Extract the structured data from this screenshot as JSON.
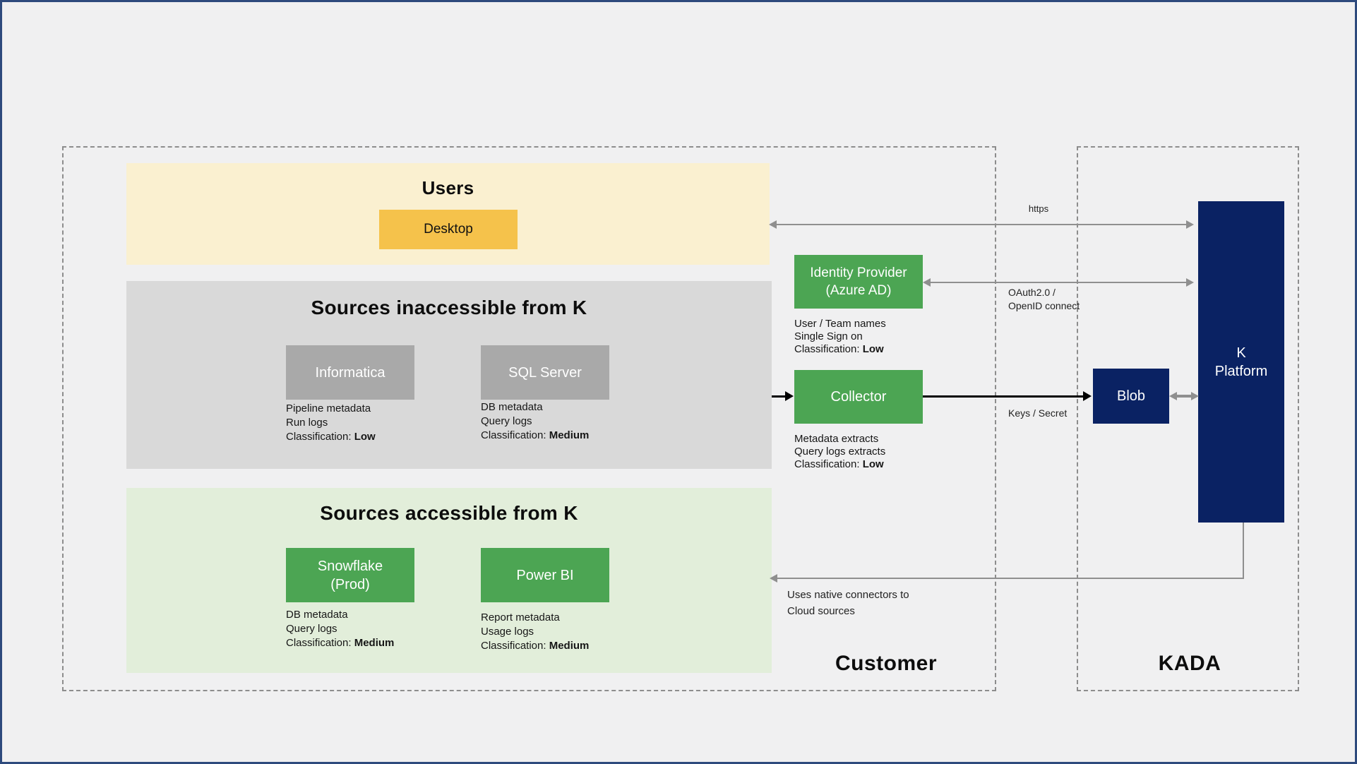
{
  "zones": {
    "customer": {
      "label": "Customer"
    },
    "kada": {
      "label": "KADA"
    }
  },
  "users": {
    "title": "Users",
    "desktop": "Desktop"
  },
  "inaccessible": {
    "title": "Sources inaccessible from K",
    "informatica": {
      "name": "Informatica",
      "cap1": "Pipeline metadata",
      "cap2": "Run logs",
      "capLabel": "Classification: ",
      "capValue": "Low"
    },
    "sqlserver": {
      "name": "SQL Server",
      "cap1": "DB metadata",
      "cap2": "Query logs",
      "capLabel": "Classification: ",
      "capValue": "Medium"
    }
  },
  "accessible": {
    "title": "Sources accessible from K",
    "snowflake": {
      "name1": "Snowflake",
      "name2": "(Prod)",
      "cap1": "DB metadata",
      "cap2": "Query logs",
      "capLabel": "Classification: ",
      "capValue": "Medium"
    },
    "powerbi": {
      "name": "Power BI",
      "cap1": "Report metadata",
      "cap2": "Usage logs",
      "capLabel": "Classification: ",
      "capValue": "Medium"
    }
  },
  "identity": {
    "name1": "Identity Provider",
    "name2": "(Azure AD)",
    "cap1": "User / Team names",
    "cap2": "Single Sign on",
    "capLabel": "Classification: ",
    "capValue": "Low"
  },
  "collector": {
    "name": "Collector",
    "cap1": "Metadata extracts",
    "cap2": "Query logs extracts",
    "capLabel": "Classification: ",
    "capValue": "Low"
  },
  "kada_nodes": {
    "blob": "Blob",
    "kplatform1": "K",
    "kplatform2": "Platform"
  },
  "arrows": {
    "https": "https",
    "oauth1": "OAuth2.0 /",
    "oauth2": "OpenID connect",
    "keys": "Keys / Secret",
    "native1": "Uses native connectors to",
    "native2": "Cloud sources"
  },
  "colors": {
    "outer_border": "#2E4A7D",
    "background": "#F0F0F1",
    "users_bg": "#FAF0D0",
    "desktop_bg": "#F5C24B",
    "gray_section_bg": "#D9D9D9",
    "gray_node_bg": "#A9A9A9",
    "green_section_bg": "#E2EEDA",
    "green_node_bg": "#4CA553",
    "navy_node_bg": "#0A2263",
    "dashed_border": "#8D8D8D",
    "arrow_gray": "#8F8F8F",
    "arrow_black": "#000000"
  }
}
